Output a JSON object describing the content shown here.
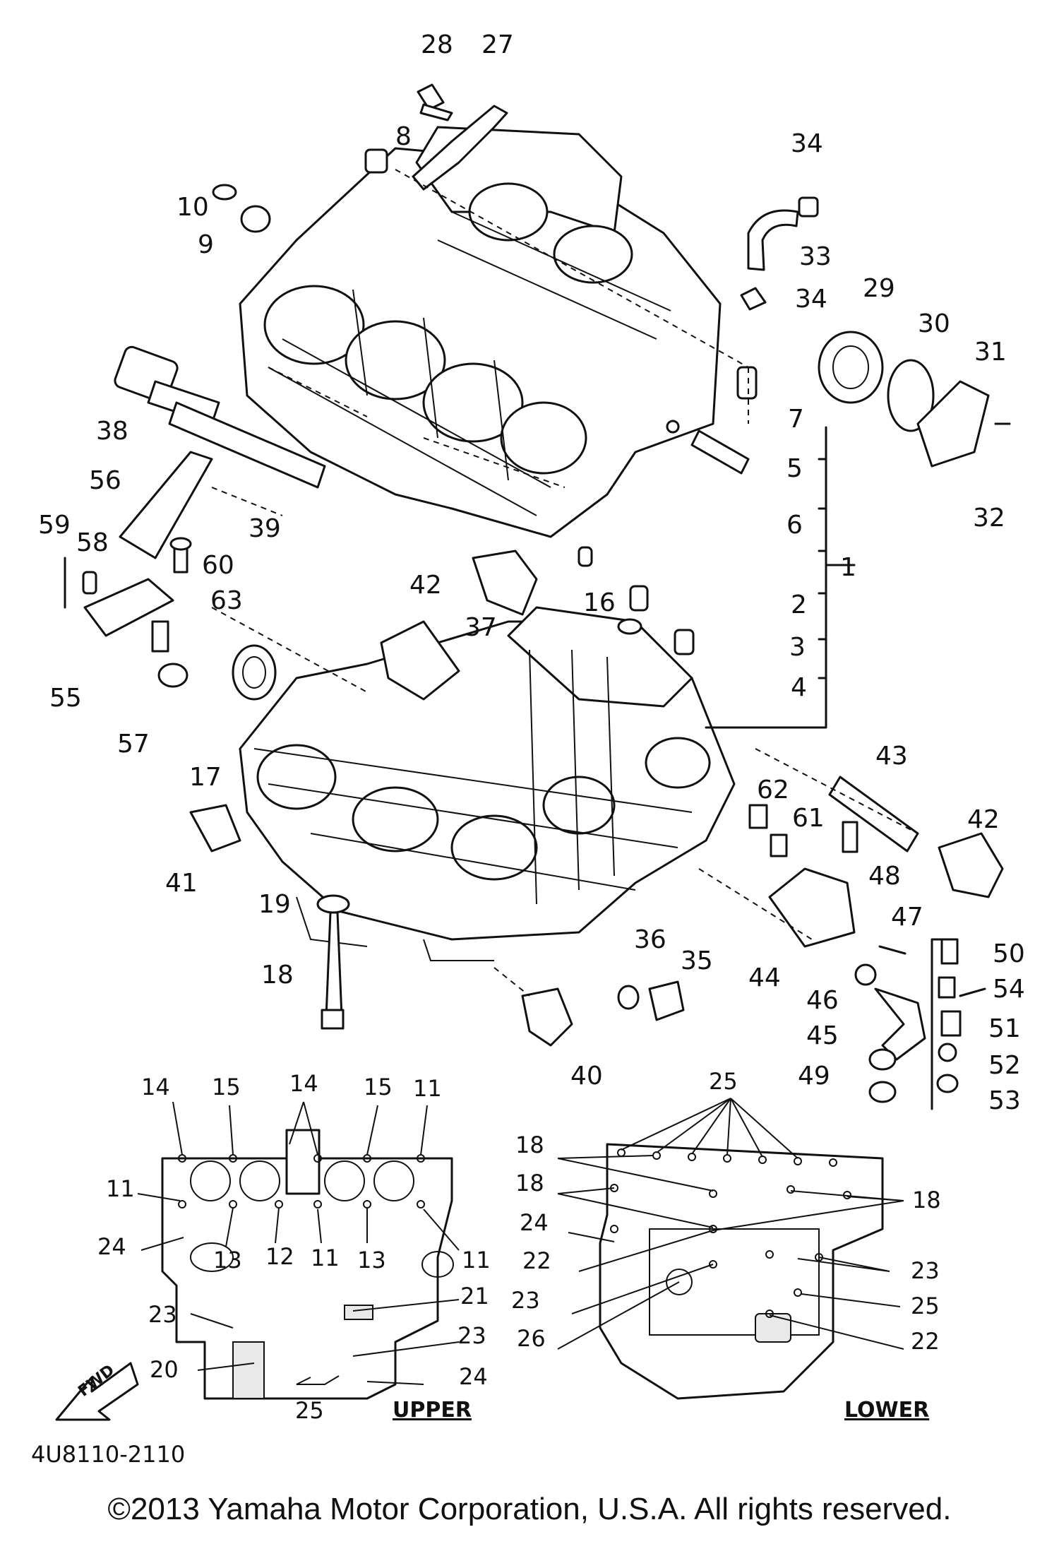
{
  "diagram": {
    "callouts": {
      "c1": "1",
      "c2": "2",
      "c3": "3",
      "c4": "4",
      "c5": "5",
      "c6": "6",
      "c7": "7",
      "c8": "8",
      "c9": "9",
      "c10": "10",
      "c16": "16",
      "c17": "17",
      "c18": "18",
      "c19": "19",
      "c27": "27",
      "c28": "28",
      "c29": "29",
      "c30": "30",
      "c31": "31",
      "c32": "32",
      "c33": "33",
      "c34a": "34",
      "c34b": "34",
      "c35": "35",
      "c36": "36",
      "c37": "37",
      "c38": "38",
      "c39": "39",
      "c40": "40",
      "c41": "41",
      "c42a": "42",
      "c42b": "42",
      "c43": "43",
      "c44": "44",
      "c45": "45",
      "c46": "46",
      "c47": "47",
      "c48": "48",
      "c49": "49",
      "c50": "50",
      "c51": "51",
      "c52": "52",
      "c53": "53",
      "c54": "54",
      "c55": "55",
      "c56": "56",
      "c57": "57",
      "c58": "58",
      "c59": "59",
      "c60": "60",
      "c61": "61",
      "c62": "62",
      "c63": "63"
    },
    "upper_callouts": {
      "u14a": "14",
      "u15a": "15",
      "u14b": "14",
      "u15b": "15",
      "u11a": "11",
      "u11b": "11",
      "u11c": "11",
      "u11d": "11",
      "u24a": "24",
      "u13a": "13",
      "u12": "12",
      "u13b": "13",
      "u23a": "23",
      "u21": "21",
      "u23b": "23",
      "u20": "20",
      "u24b": "24",
      "u25": "25"
    },
    "lower_callouts": {
      "l25a": "25",
      "l18a": "18",
      "l18b": "18",
      "l18c": "18",
      "l24": "24",
      "l22a": "22",
      "l23a": "23",
      "l26": "26",
      "l23b": "23",
      "l25b": "25",
      "l22b": "22"
    },
    "upper_label": "UPPER",
    "lower_label": "LOWER",
    "fwd_label": "FWD",
    "diagram_code": "4U8110-2110"
  },
  "footer": {
    "copyright": "©2013 Yamaha Motor Corporation, U.S.A. All rights reserved."
  }
}
